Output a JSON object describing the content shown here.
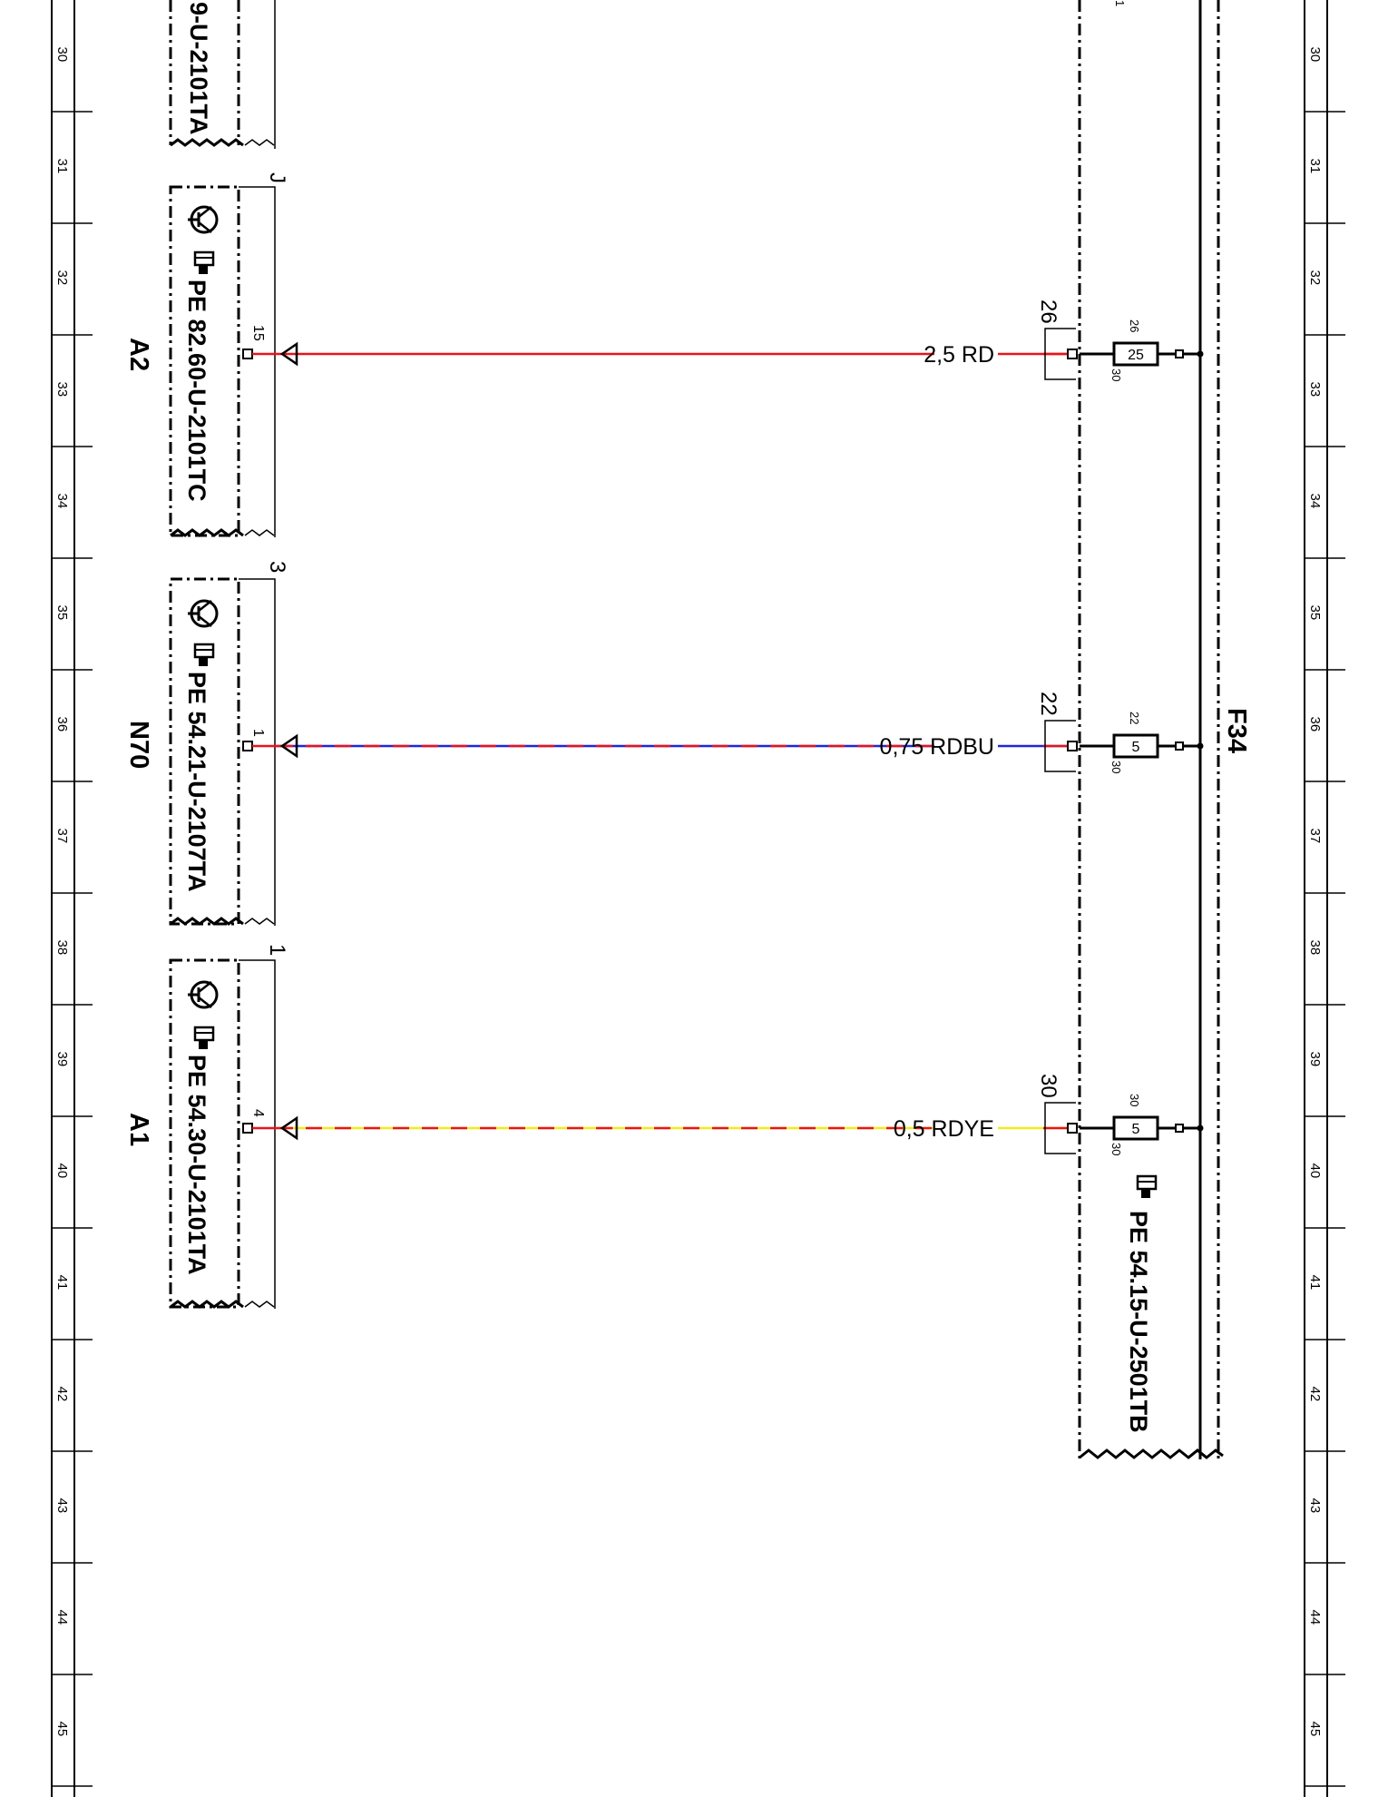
{
  "ruler": {
    "numbers": [
      "30",
      "31",
      "32",
      "33",
      "34",
      "35",
      "36",
      "37",
      "38",
      "39",
      "40",
      "41",
      "42",
      "43",
      "44",
      "45"
    ]
  },
  "colors": {
    "red": "#e8141b",
    "blue": "#1f26d9",
    "yellow": "#f2ea1c",
    "black": "#000000"
  },
  "components": [
    {
      "id": "top",
      "ref": "",
      "code": "9-U-2101TA",
      "pin": ""
    },
    {
      "id": "a2",
      "ref": "A2",
      "code": "PE 82.60-U-2101TC",
      "pin": "15",
      "group_num": "J"
    },
    {
      "id": "n70",
      "ref": "N70",
      "code": "PE 54.21-U-2107TA",
      "pin": "1",
      "group_num": "3"
    },
    {
      "id": "a1",
      "ref": "A1",
      "code": "PE 54.30-U-2101TA",
      "pin": "4",
      "group_num": "1"
    }
  ],
  "wires": [
    {
      "id": "w26",
      "label": "2,5 RD",
      "colors": [
        "red"
      ],
      "pin": "26",
      "fuse": "25",
      "fuse_top": "26",
      "fuse_bottom": "30"
    },
    {
      "id": "w22",
      "label": "0,75 RDBU",
      "colors": [
        "red",
        "blue"
      ],
      "pin": "22",
      "fuse": "5",
      "fuse_top": "22",
      "fuse_bottom": "30"
    },
    {
      "id": "w30",
      "label": "0,5 RDYE",
      "colors": [
        "red",
        "yellow"
      ],
      "pin": "30",
      "fuse": "5",
      "fuse_top": "30",
      "fuse_bottom": "30"
    }
  ],
  "fuse_box": {
    "ref": "F34",
    "code": "PE 54.15-U-2501TB",
    "top_mark": "1"
  }
}
